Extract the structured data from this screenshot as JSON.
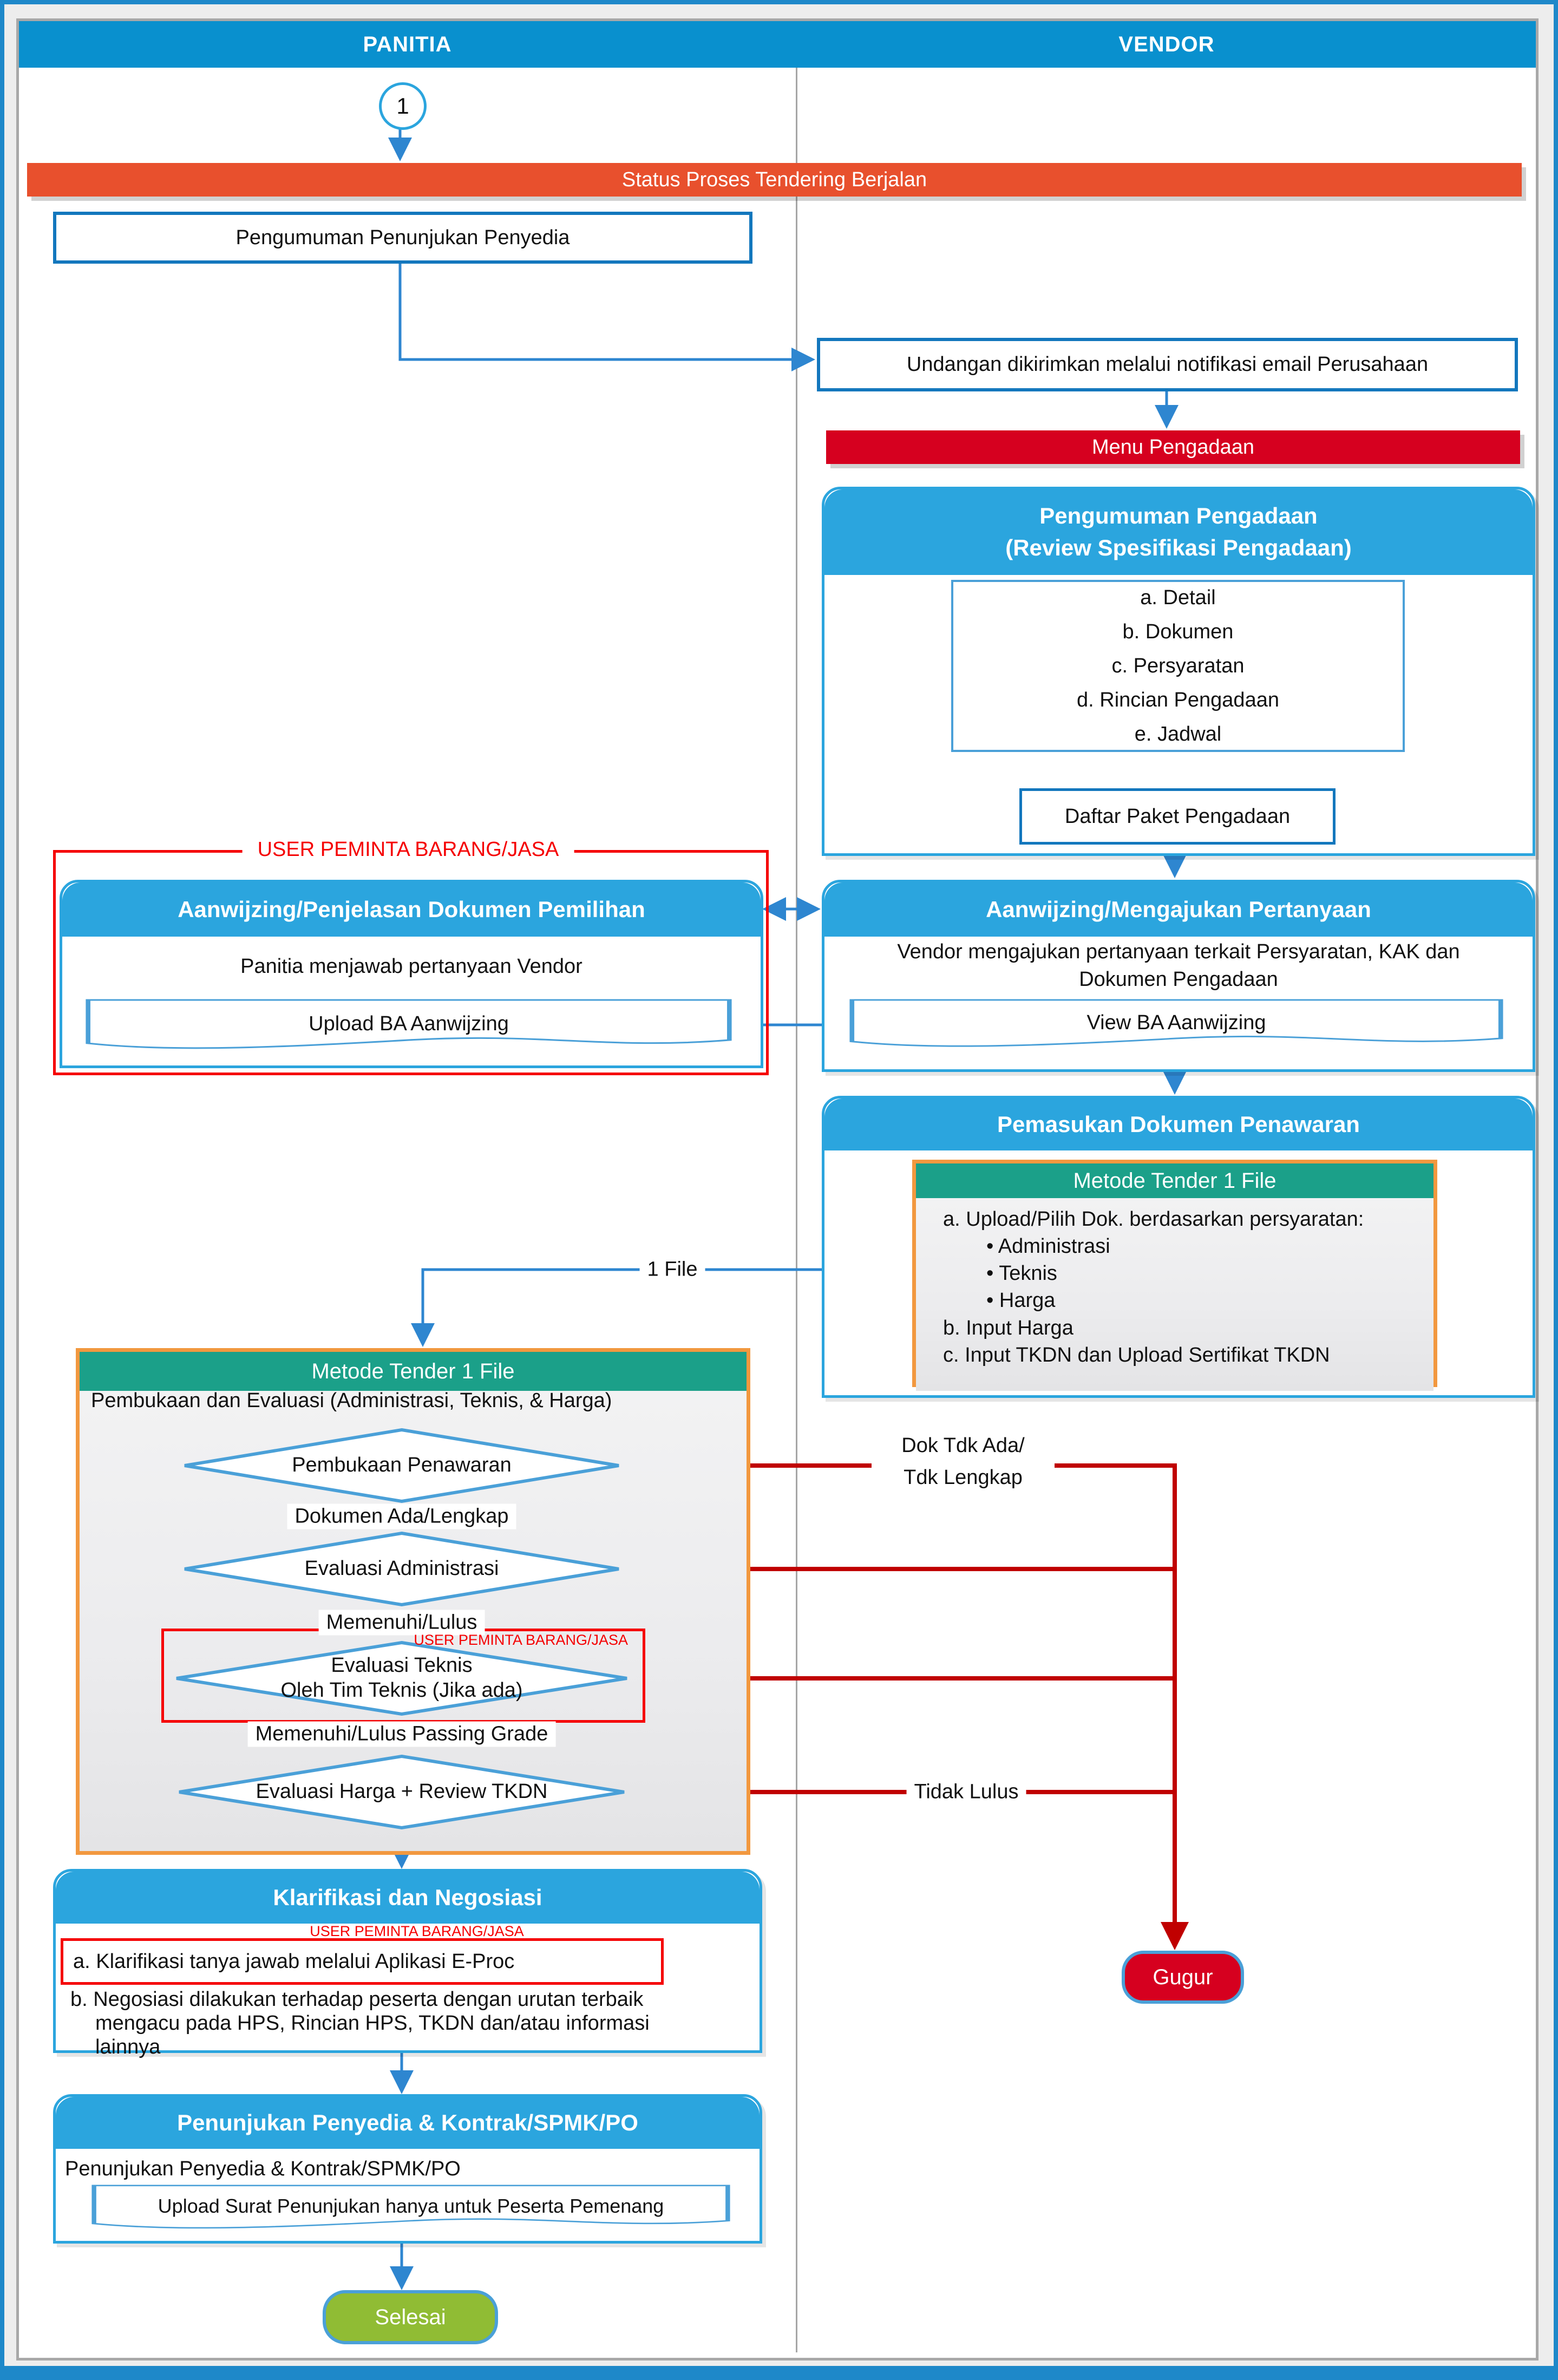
{
  "lanes": {
    "left": "PANITIA",
    "right": "VENDOR"
  },
  "start_node": "1",
  "status_banner": "Status Proses Tendering Berjalan",
  "edge_labels": {
    "one_file": "1 File",
    "dok_tdk_line1": "Dok Tdk Ada/",
    "dok_tdk_line2": "Tdk Lengkap",
    "tidak_lulus": "Tidak Lulus",
    "dokumen_ada": "Dokumen Ada/Lengkap",
    "memenuhi_lulus": "Memenuhi/Lulus",
    "memenuhi_passing": "Memenuhi/Lulus Passing Grade"
  },
  "panitia": {
    "pengumuman_box": "Pengumuman Penunjukan Penyedia",
    "user_group_label": "USER PEMINTA BARANG/JASA",
    "aanwijzing": {
      "title": "Aanwijzing/Penjelasan Dokumen Pemilihan",
      "body": "Panitia menjawab pertanyaan Vendor",
      "doc": "Upload BA Aanwijzing"
    },
    "metode": {
      "title": "Metode Tender 1 File",
      "subtitle": "Pembukaan dan Evaluasi (Administrasi, Teknis, & Harga)",
      "diamond1": "Pembukaan Penawaran",
      "diamond2": "Evaluasi Administrasi",
      "teknis_user_label": "USER PEMINTA BARANG/JASA",
      "diamond3_line1": "Evaluasi Teknis",
      "diamond3_line2": "Oleh Tim Teknis (Jika ada)",
      "diamond4": "Evaluasi Harga + Review TKDN"
    },
    "klarifikasi": {
      "title": "Klarifikasi dan Negosiasi",
      "user_label": "USER PEMINTA BARANG/JASA",
      "item_a": "a. Klarifikasi tanya jawab melalui Aplikasi E-Proc",
      "item_b1": "b. Negosiasi dilakukan terhadap peserta dengan urutan terbaik",
      "item_b2": "mengacu pada HPS, Rincian HPS, TKDN dan/atau informasi",
      "item_b3": "lainnya"
    },
    "penunjukan": {
      "title": "Penunjukan Penyedia & Kontrak/SPMK/PO",
      "body": "Penunjukan Penyedia & Kontrak/SPMK/PO",
      "doc": "Upload Surat Penunjukan hanya untuk Peserta Pemenang"
    },
    "selesai": "Selesai"
  },
  "vendor": {
    "undangan_box": "Undangan dikirimkan melalui notifikasi email Perusahaan",
    "menu_banner": "Menu Pengadaan",
    "pengumuman": {
      "title_line1": "Pengumuman Pengadaan",
      "title_line2": "(Review Spesifikasi Pengadaan)",
      "items": [
        "a. Detail",
        "b. Dokumen",
        "c. Persyaratan",
        "d. Rincian Pengadaan",
        "e. Jadwal"
      ],
      "daftar_box": "Daftar Paket Pengadaan"
    },
    "aanwijzing": {
      "title": "Aanwijzing/Mengajukan Pertanyaan",
      "body_line1": "Vendor mengajukan pertanyaan terkait Persyaratan, KAK dan",
      "body_line2": "Dokumen Pengadaan",
      "doc": "View BA Aanwijzing"
    },
    "pemasukan": {
      "title": "Pemasukan Dokumen Penawaran",
      "metode_title": "Metode Tender 1 File",
      "item_a": "a. Upload/Pilih Dok. berdasarkan persyaratan:",
      "bullet1": "Administrasi",
      "bullet2": "Teknis",
      "bullet3": "Harga",
      "item_b": "b. Input Harga",
      "item_c": "c. Input TKDN dan Upload Sertifikat TKDN"
    },
    "gugur": "Gugur"
  },
  "colors": {
    "lane_header_blue": "#0990CE",
    "box_header_blue": "#2BA5DE",
    "box_border_blue": "#1377BD",
    "shape_border_blue": "#4AA0D8",
    "banner_orange": "#E8502D",
    "banner_red": "#D6001F",
    "green_header": "#1BA089",
    "orange_border": "#F2983F",
    "connector_blue": "#2E86D0",
    "connector_red": "#C00000",
    "outline_red": "#F50002",
    "selesai_green": "#90BC34"
  }
}
